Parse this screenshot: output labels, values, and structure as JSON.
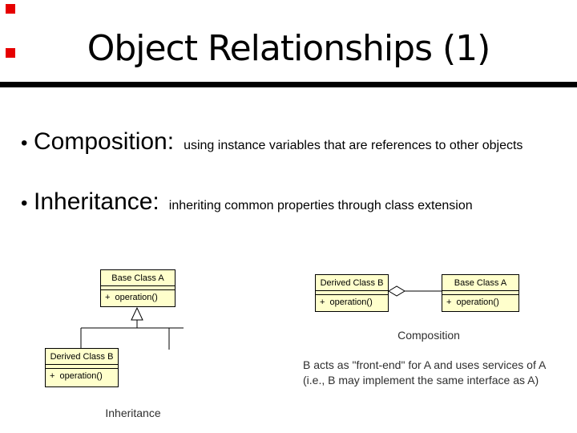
{
  "slide": {
    "title": "Object Relationships (1)",
    "bullet_glyph": "•",
    "bullets": [
      {
        "term": "Composition:",
        "desc": "using instance variables that are references to other objects"
      },
      {
        "term": "Inheritance:",
        "desc": "inheriting common properties through class extension"
      }
    ]
  },
  "diagrams": {
    "inheritance": {
      "base_class": {
        "title": "Base Class A",
        "operation": "+  operation()"
      },
      "derived_class": {
        "title": "Derived Class B",
        "operation": "+  operation()"
      },
      "label": "Inheritance"
    },
    "composition": {
      "derived_class": {
        "title": "Derived Class B",
        "operation": "+  operation()"
      },
      "base_class": {
        "title": "Base Class A",
        "operation": "+  operation()"
      },
      "label": "Composition",
      "note_lines": [
        "B acts as \"front-end\" for A and uses services of A",
        "(i.e., B may implement the same interface as A)"
      ]
    }
  },
  "colors": {
    "marker_red": "#e60000",
    "box_fill": "#ffffcc",
    "box_border": "#000000"
  }
}
